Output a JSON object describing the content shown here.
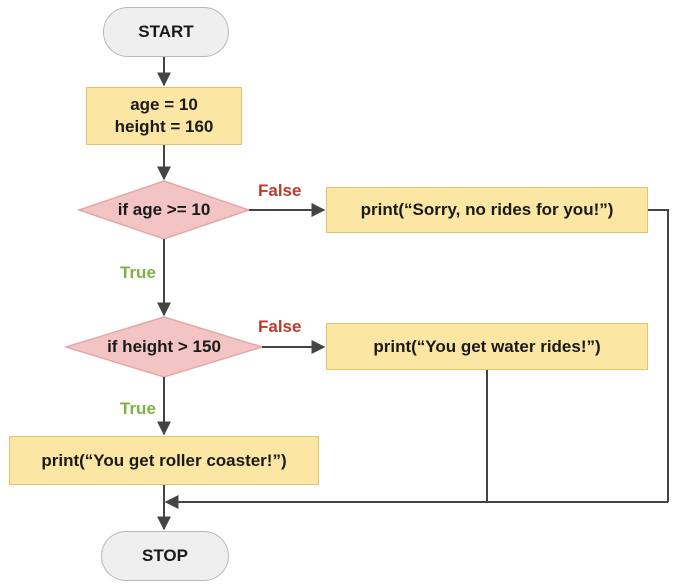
{
  "nodes": {
    "start": "START",
    "init_line1": "age = 10",
    "init_line2": "height = 160",
    "decision_age": "if age >= 10",
    "decision_height": "if height > 150",
    "print_sorry": "print(“Sorry, no rides for you!”)",
    "print_water": "print(“You get water rides!”)",
    "print_roller": "print(“You get roller coaster!”)",
    "stop": "STOP"
  },
  "edges": {
    "age_false": "False",
    "age_true": "True",
    "height_false": "False",
    "height_true": "True"
  },
  "colors": {
    "terminal_fill": "#efefef",
    "process_fill": "#fbe7a3",
    "decision_fill": "#f2c4c4",
    "false_label": "#c0392b",
    "true_label": "#7cb342",
    "line": "#444444"
  }
}
